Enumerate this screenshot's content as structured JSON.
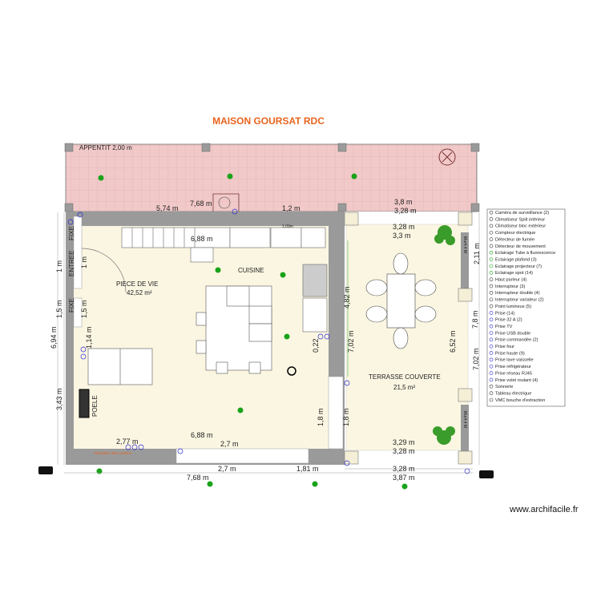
{
  "title": "MAISON GOURSAT RDC",
  "colors": {
    "title": "#e8641e",
    "appentit": "#f1c9c9",
    "floor": "#fbf6e2",
    "wall": "#9a9a9a",
    "light": "#1aa31a",
    "outlet": "#2b2bd0"
  },
  "rooms": {
    "appentit": "APPENTIT 2,00 m",
    "living": "PIECE DE VIE",
    "living_area": "42,52 m²",
    "kitchen": "CUISINE",
    "terrace": "TERRASSE COUVERTE",
    "terrace_area": "21,5 m²",
    "stove": "POELE",
    "door_fixe_1": "FIXE",
    "door_entree": "ENTREE",
    "door_fixe_2": "FIXE",
    "mur_1": "Mur4,4 M",
    "mur_2": "Mur4,4 M",
    "reception": "Réception Box Livebox"
  },
  "dims": [
    "5,74 m",
    "7,68 m",
    "1,2 m",
    "3,8 m",
    "3,28 m",
    "6,88 m",
    "1,09m",
    "3,28 m",
    "3,3 m",
    "1 m",
    "1 m",
    "1,5 m",
    "1,5 m",
    "6,94 m",
    "1,14 m",
    "3,43 m",
    "4,82 m",
    "7,02 m",
    "6,52 m",
    "2,11 m",
    "7,8 m",
    "7,02 m",
    "0,22",
    "1,8 m",
    "1,8 m",
    "6,88 m",
    "2,77 m",
    "2,7 m",
    "2,7 m",
    "1,81 m",
    "7,68 m",
    "3,29 m",
    "3,28 m",
    "3,28 m",
    "3,87 m"
  ],
  "legend": [
    "Caméra de surveillance (2)",
    "Climatiseur Split intérieur",
    "Climatiseur bloc extérieur",
    "Compteur électrique",
    "Détecteur de fumée",
    "Détecteur de mouvement",
    "Eclairage Tube à fluorescence",
    "Eclairage plafond (3)",
    "Eclairage projecteur (7)",
    "Eclairage spot (14)",
    "Haut parleur (4)",
    "Interrupteur (3)",
    "Interrupteur double (4)",
    "Interrupteur variateur (2)",
    "Point lumineux (5)",
    "Prise (14)",
    "Prise 32 A (2)",
    "Prise TV",
    "Prise USB double",
    "Prise commandée (2)",
    "Prise four",
    "Prise haute (9)",
    "Prise lave vaisselle",
    "Prise réfrigérateur",
    "Prise réseau RJ45",
    "Prise volet roulant (4)",
    "Sonnerie",
    "Tableau électrique",
    "VMC bouche d'extraction"
  ],
  "watermark": "www.archifacile.fr"
}
